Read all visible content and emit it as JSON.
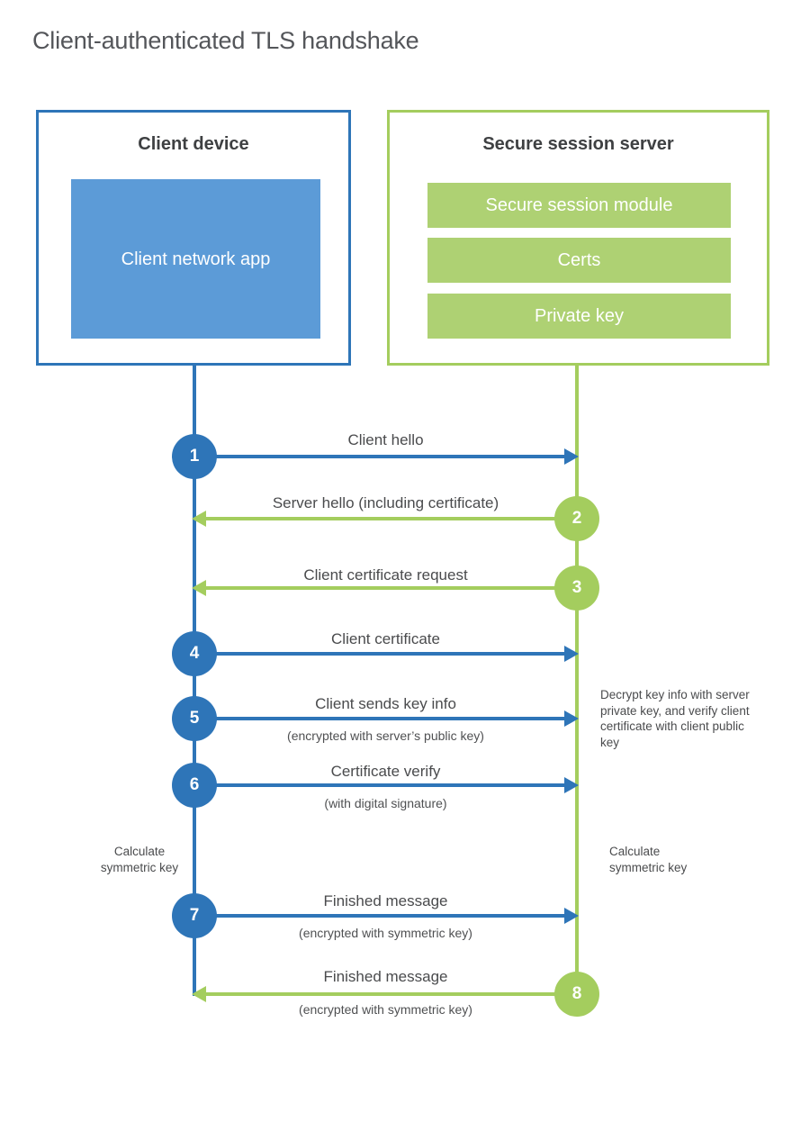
{
  "title": "Client-authenticated TLS handshake",
  "colors": {
    "blue_line": "#2e75b8",
    "blue_fill": "#5c9bd7",
    "green_line": "#a4cd5e",
    "green_fill": "#aed173",
    "text_dark": "#3e4042",
    "text_label": "#4a4b4d"
  },
  "client": {
    "title": "Client device",
    "app_label": "Client network app"
  },
  "server": {
    "title": "Secure session server",
    "modules": [
      "Secure session module",
      "Certs",
      "Private key"
    ]
  },
  "messages": [
    {
      "step": "1",
      "label": "Client hello",
      "sublabel": "",
      "direction": "right",
      "color": "blue"
    },
    {
      "step": "2",
      "label": "Server hello (including certificate)",
      "sublabel": "",
      "direction": "left",
      "color": "green"
    },
    {
      "step": "3",
      "label": "Client certificate request",
      "sublabel": "",
      "direction": "left",
      "color": "green"
    },
    {
      "step": "4",
      "label": "Client certificate",
      "sublabel": "",
      "direction": "right",
      "color": "blue"
    },
    {
      "step": "5",
      "label": "Client sends key info",
      "sublabel": "(encrypted with server’s public key)",
      "direction": "right",
      "color": "blue"
    },
    {
      "step": "6",
      "label": "Certificate verify",
      "sublabel": "(with digital signature)",
      "direction": "right",
      "color": "blue"
    },
    {
      "step": "7",
      "label": "Finished message",
      "sublabel": "(encrypted with symmetric key)",
      "direction": "right",
      "color": "blue"
    },
    {
      "step": "8",
      "label": "Finished message",
      "sublabel": "(encrypted with symmetric key)",
      "direction": "left",
      "color": "green"
    }
  ],
  "notes": {
    "decrypt": "Decrypt key info with server private key, and verify client certificate with client public key",
    "calc_left": "Calculate symmetric key",
    "calc_right": "Calculate symmetric key"
  }
}
